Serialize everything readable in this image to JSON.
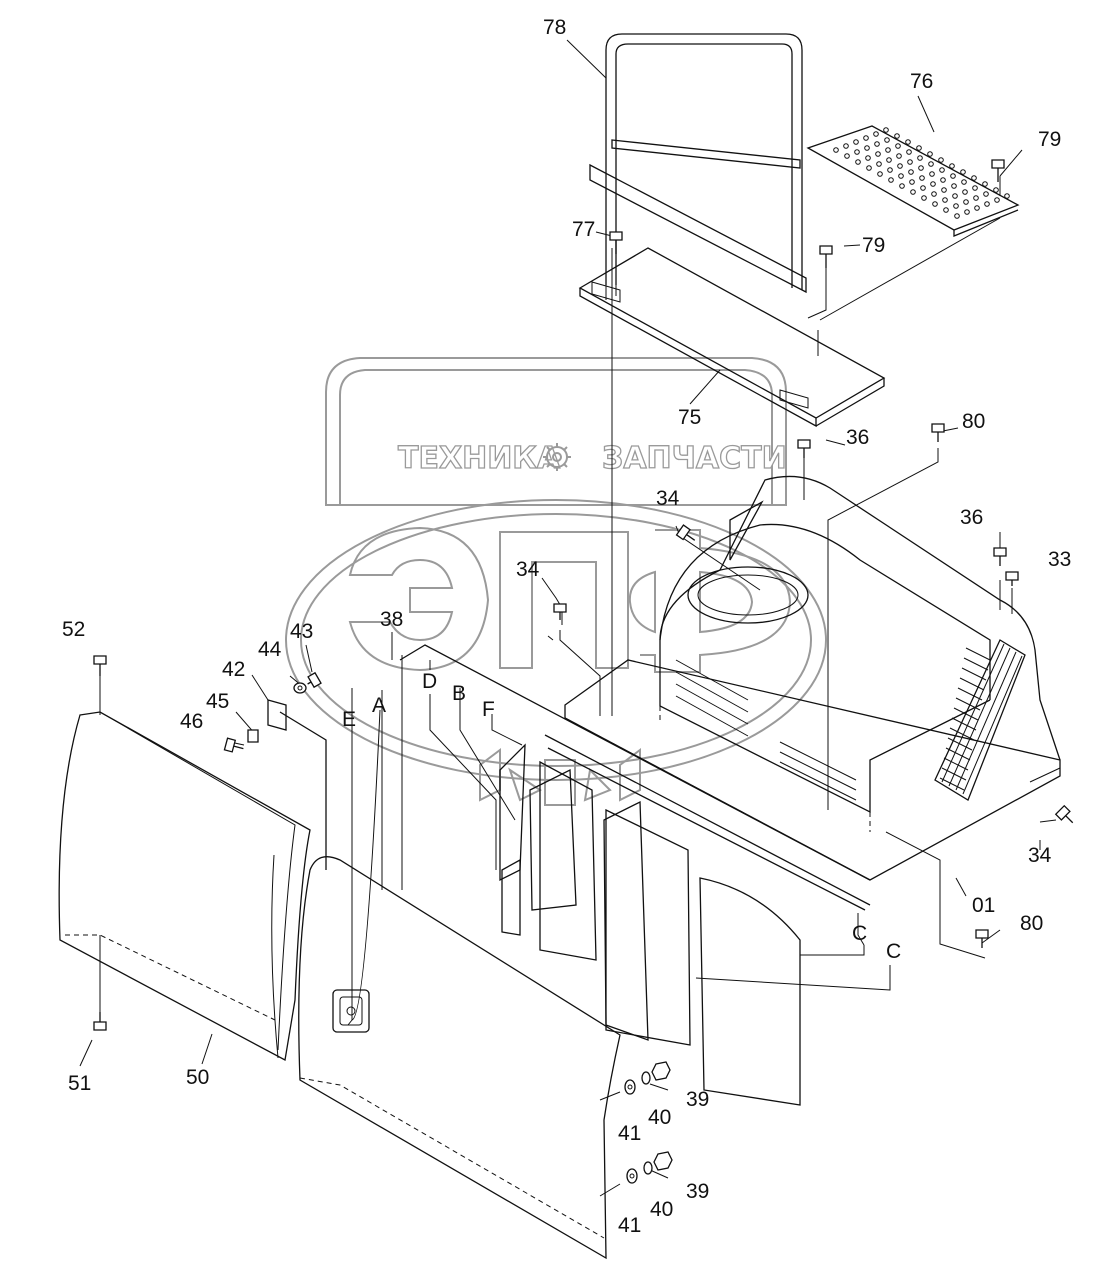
{
  "watermark": {
    "left_word": "ТЕХНИКА",
    "right_word": "ЗАПЧАСТИ",
    "logo_letters": "ЭПФ"
  },
  "labels": {
    "n78": "78",
    "n76": "76",
    "n79a": "79",
    "n77": "77",
    "n79b": "79",
    "n75": "75",
    "n80a": "80",
    "n36a": "36",
    "n34a": "34",
    "n34b": "34",
    "n36b": "36",
    "n33": "33",
    "n38": "38",
    "n52": "52",
    "n43": "43",
    "n44": "44",
    "n42": "42",
    "n45": "45",
    "n46": "46",
    "n34c": "34",
    "n01": "01",
    "n80b": "80",
    "n51": "51",
    "n50": "50",
    "n39a": "39",
    "n40a": "40",
    "n41a": "41",
    "n39b": "39",
    "n40b": "40",
    "n41b": "41",
    "lE": "E",
    "lA": "A",
    "lD": "D",
    "lB": "B",
    "lF": "F",
    "lC1": "C",
    "lC2": "C"
  }
}
